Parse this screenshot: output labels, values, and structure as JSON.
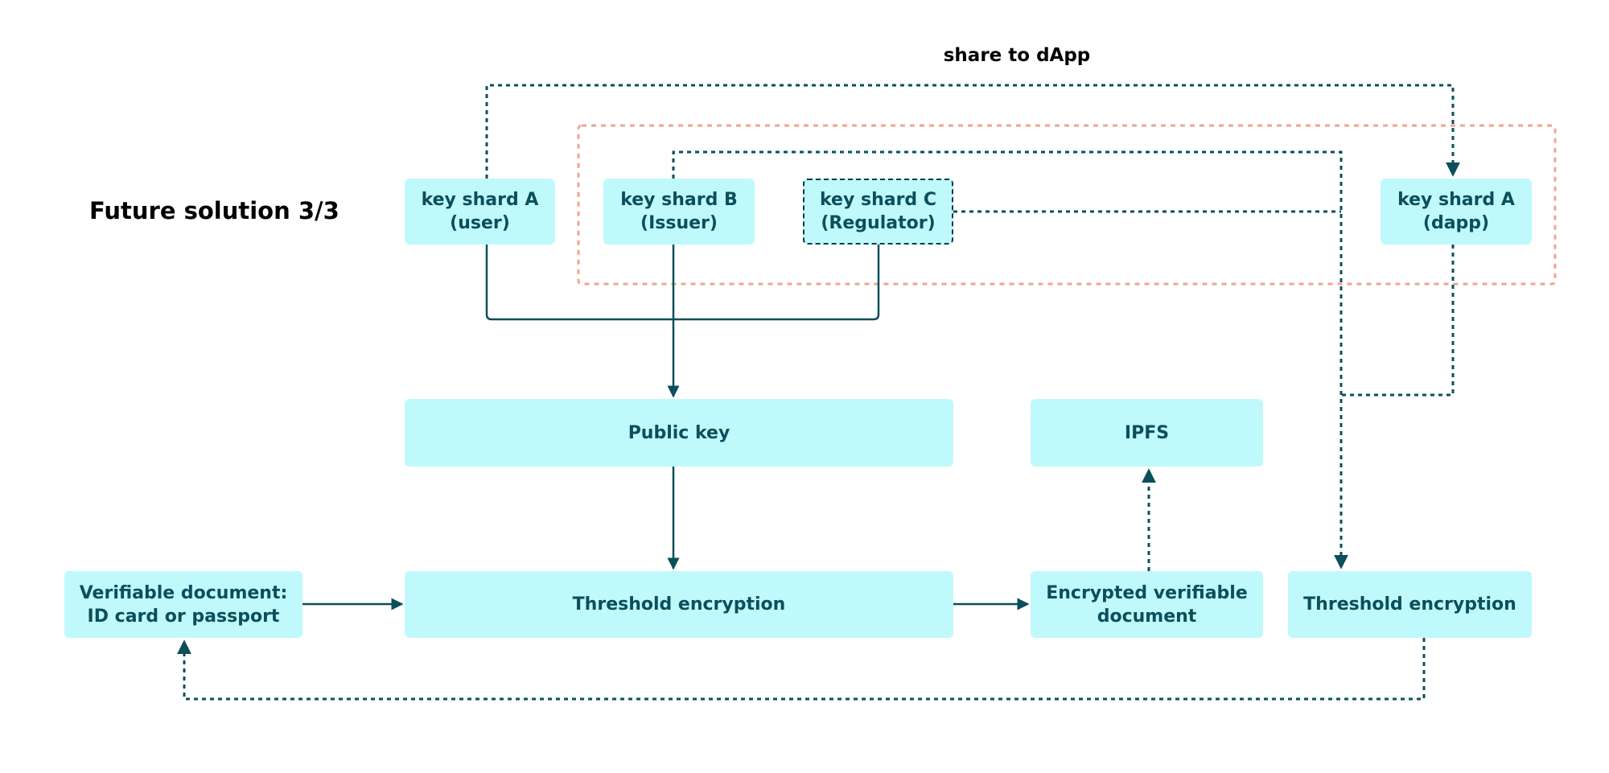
{
  "title": "Future solution 3/3",
  "edge_labels": {
    "share": "share to dApp"
  },
  "colors": {
    "node_fill": "#c0f9fb",
    "node_text": "#0b4f5c",
    "line": "#0b4f5c",
    "group_border": "#f0a58f"
  },
  "nodes": {
    "shard_a_user": [
      "key shard A",
      "(user)"
    ],
    "shard_b_issuer": [
      "key shard B",
      "(Issuer)"
    ],
    "shard_c_regulator": [
      "key shard C",
      "(Regulator)"
    ],
    "shard_a_dapp": [
      "key shard A",
      "(dapp)"
    ],
    "public_key": "Public key",
    "ipfs": "IPFS",
    "verifiable_doc": [
      "Verifiable document:",
      "ID card or passport"
    ],
    "threshold_enc": "Threshold encryption",
    "encrypted_doc": [
      "Encrypted verifiable",
      "document"
    ],
    "threshold_enc_2": "Threshold encryption"
  }
}
